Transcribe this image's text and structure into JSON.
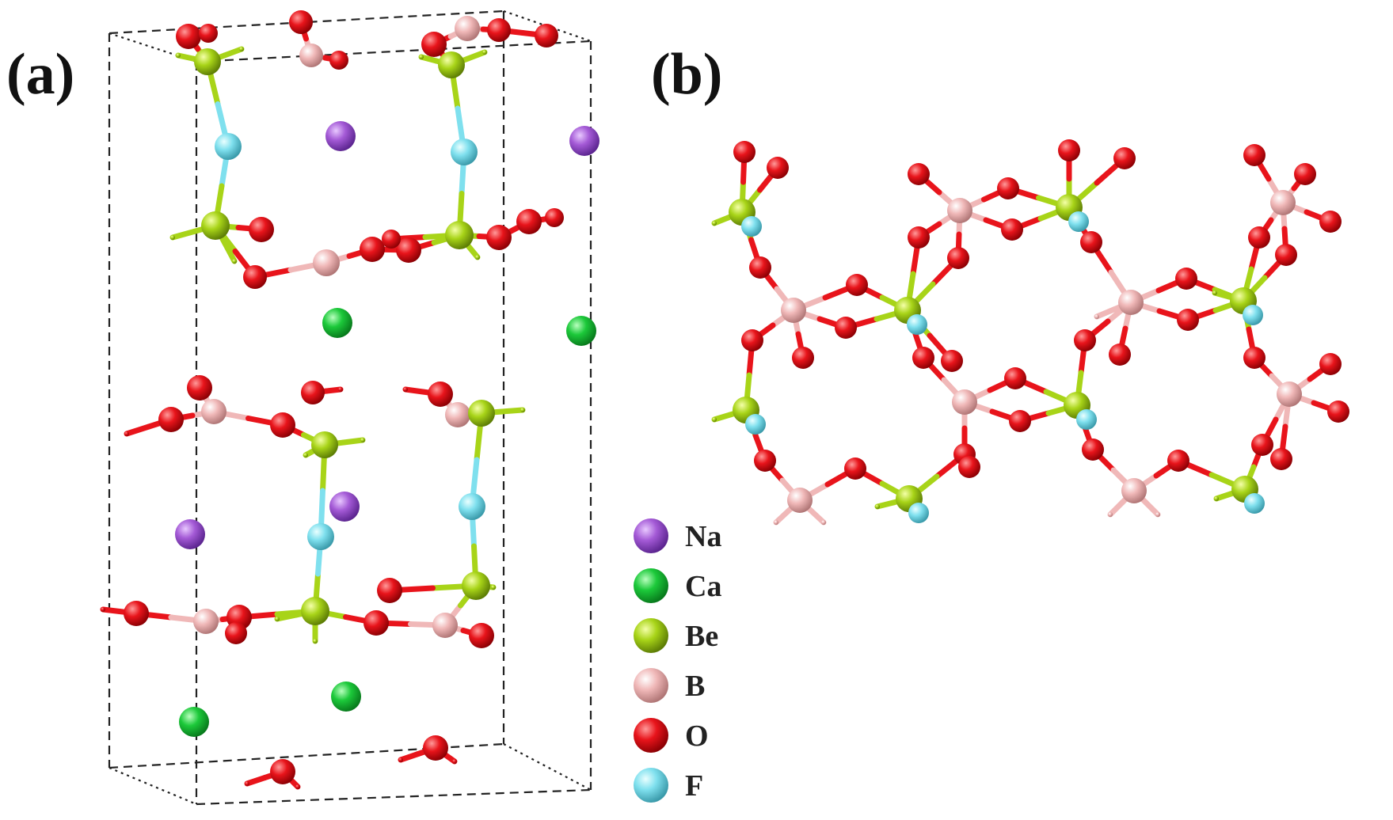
{
  "panels": [
    {
      "label": "(a)"
    },
    {
      "label": "(b)"
    }
  ],
  "legend": [
    {
      "symbol": "Na",
      "color": "#a45ad6"
    },
    {
      "symbol": "Ca",
      "color": "#1cc93a"
    },
    {
      "symbol": "Be",
      "color": "#a8d418"
    },
    {
      "symbol": "B",
      "color": "#f0b8b8"
    },
    {
      "symbol": "O",
      "color": "#e8141b"
    },
    {
      "symbol": "F",
      "color": "#7fe0ee"
    }
  ]
}
